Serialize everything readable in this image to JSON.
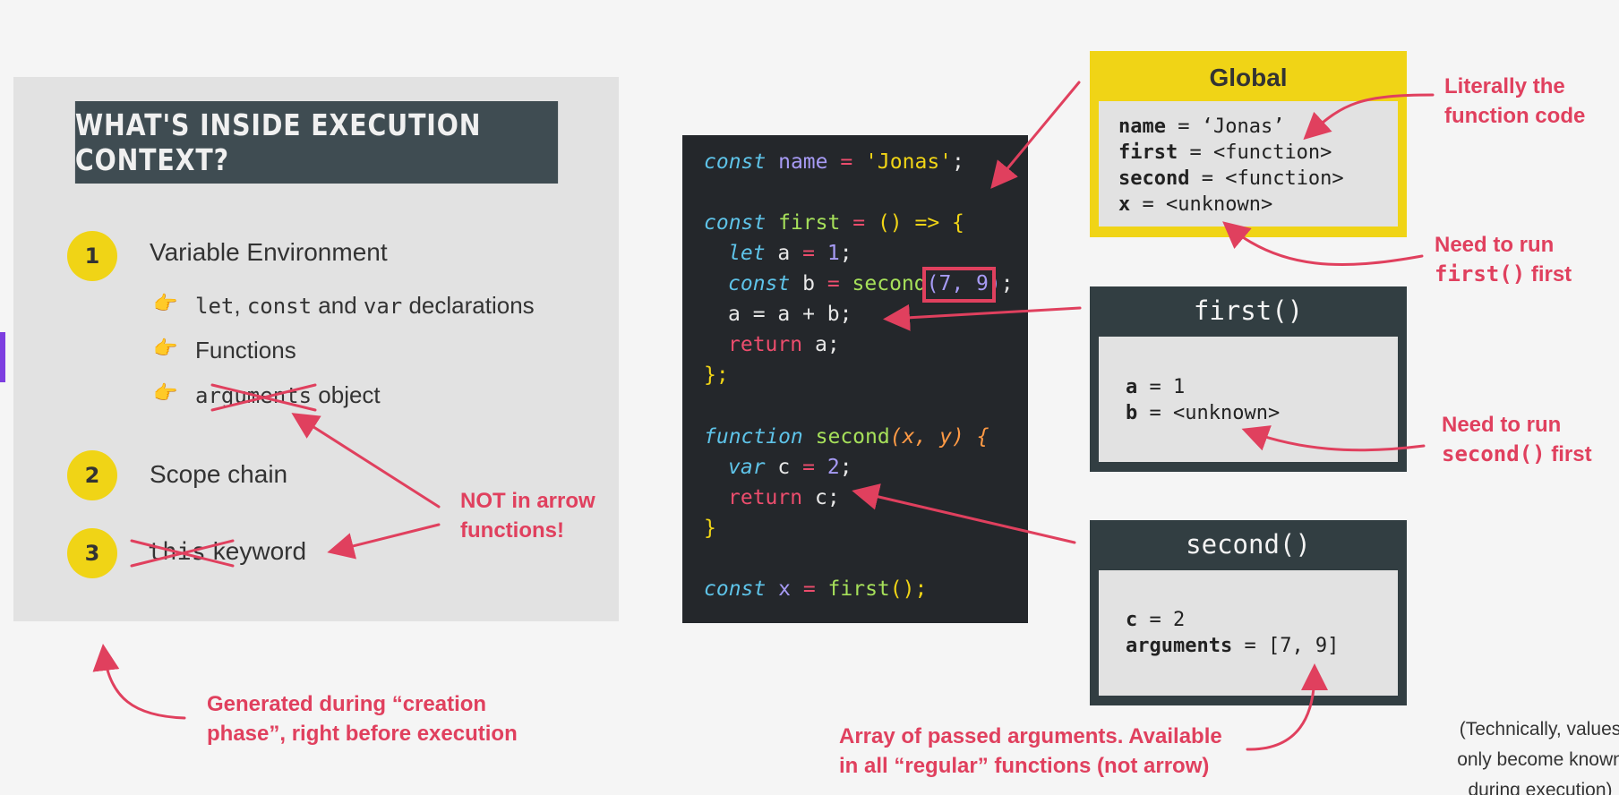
{
  "left_card": {
    "title": "WHAT'S INSIDE EXECUTION CONTEXT?",
    "items": [
      {
        "number": "1",
        "label": "Variable Environment"
      },
      {
        "number": "2",
        "label": "Scope chain"
      },
      {
        "number": "3",
        "label": "this keyword"
      }
    ],
    "sub_items": {
      "s1_let": "let",
      "s1_comma": ", ",
      "s1_const": "const",
      "s1_and": " and ",
      "s1_var": "var",
      "s1_rest": " declarations",
      "s2": "Functions",
      "s3_code": "arguments",
      "s3_rest": " object"
    },
    "item3_code": "this",
    "item3_rest": " keyword"
  },
  "code": {
    "l1": {
      "kw": "const",
      "name": "name",
      "eq": "=",
      "str": "'Jonas'",
      "end": ";"
    },
    "l2": {
      "kw": "const",
      "name": "first",
      "eq": "=",
      "rest": "() => {"
    },
    "l3": {
      "kw": "let",
      "name": "a",
      "eq": "=",
      "num": "1",
      "end": ";"
    },
    "l4": {
      "kw": "const",
      "name": "b",
      "eq": "=",
      "fn": "second",
      "args": "(7, 9)",
      "end": ";"
    },
    "l5": {
      "text": "a = a + b;"
    },
    "l6": {
      "kw": "return",
      "name": "a",
      "end": ";"
    },
    "l7": {
      "text": "};"
    },
    "l8": {
      "kw": "function",
      "name": "second",
      "params": "(x, y) {"
    },
    "l9": {
      "kw": "var",
      "name": "c",
      "eq": "=",
      "num": "2",
      "end": ";"
    },
    "l10": {
      "kw": "return",
      "name": "c",
      "end": ";"
    },
    "l11": {
      "text": "}"
    },
    "l12": {
      "kw": "const",
      "name": "x",
      "eq": "=",
      "fn": "first",
      "rest": "();"
    }
  },
  "contexts": {
    "global": {
      "title": "Global",
      "rows": [
        {
          "key": "name",
          "value": " = ‘Jonas’"
        },
        {
          "key": "first",
          "value": " = <function>"
        },
        {
          "key": "second",
          "value": " = <function>"
        },
        {
          "key": "x",
          "value": " = <unknown>"
        }
      ]
    },
    "first": {
      "title": "first()",
      "rows": [
        {
          "key": "a",
          "value": " = 1"
        },
        {
          "key": "b",
          "value": " = <unknown>"
        }
      ]
    },
    "second": {
      "title": "second()",
      "rows": [
        {
          "key": "c",
          "value": " = 2"
        },
        {
          "key": "arguments",
          "value": " = [7, 9]"
        }
      ]
    }
  },
  "notes": {
    "function_code": [
      "Literally the",
      "function code"
    ],
    "need_first": [
      "Need to run",
      "first()",
      " first"
    ],
    "need_second": [
      "Need to run",
      "second()",
      " first"
    ],
    "not_arrow": [
      "NOT in arrow",
      "functions!"
    ],
    "creation_phase": [
      "Generated during “creation",
      "phase”, right before execution"
    ],
    "array_args": [
      "Array of passed arguments. Available",
      "in all “regular” functions (not arrow)"
    ],
    "technically": [
      "(Technically, values",
      "only become known",
      "during execution)"
    ]
  },
  "colors": {
    "accent_red": "#e0405e",
    "badge_yellow": "#f0d416",
    "banner_dark": "#3f4c52",
    "code_bg": "#24272b",
    "ctx_dark": "#323e42"
  },
  "icons": {
    "bullet": "pointing-hand-icon"
  }
}
